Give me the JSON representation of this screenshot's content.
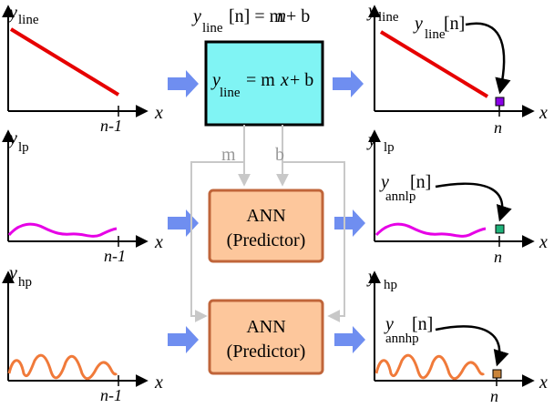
{
  "left_plots": {
    "top": {
      "y_main": "y",
      "y_sub": "line",
      "x_label": "x",
      "tick_label": "n-1"
    },
    "middle": {
      "y_main": "y",
      "y_sub": "lp",
      "x_label": "x",
      "tick_label": "n-1"
    },
    "bottom": {
      "y_main": "y",
      "y_sub": "hp",
      "x_label": "x",
      "tick_label": "n-1"
    }
  },
  "equation_top": {
    "y": "y",
    "sub": "line",
    "rest_1": "[n] = m",
    "n": "n",
    "rest_2": " + b"
  },
  "line_box": {
    "y": "y",
    "sub": "line",
    "rest_1": " = m",
    "x": "x",
    "rest_2": " + b",
    "fill": "#80f4f4"
  },
  "ann_boxes": [
    {
      "line1": "ANN",
      "line2": "(Predictor)"
    },
    {
      "line1": "ANN",
      "line2": "(Predictor)"
    }
  ],
  "ann_fill": "#fdc79c",
  "ann_stroke": "#c0653a",
  "param_labels": {
    "m": "m",
    "b": "b"
  },
  "right_plots": {
    "top": {
      "y_main": "y",
      "y_sub": "line",
      "x_label": "x",
      "tick_label": "n",
      "pred_y": "y",
      "pred_sub": "line",
      "pred_rest": "[n]",
      "marker_color": "#8a00e6"
    },
    "middle": {
      "y_main": "y",
      "y_sub": "lp",
      "x_label": "x",
      "tick_label": "n",
      "pred_y": "y",
      "pred_sub": "annlp",
      "pred_rest": "[n]",
      "marker_color": "#1fb27a"
    },
    "bottom": {
      "y_main": "y",
      "y_sub": "hp",
      "x_label": "x",
      "tick_label": "n",
      "pred_y": "y",
      "pred_sub": "annhp",
      "pred_rest": "[n]",
      "marker_color": "#c9843a"
    }
  },
  "colors": {
    "line_signal": "#e60000",
    "lp_signal": "#e600e6",
    "hp_signal": "#f07a3a",
    "arrow_blue": "#6f8ef0",
    "connector_gray": "#c8c8c8"
  }
}
